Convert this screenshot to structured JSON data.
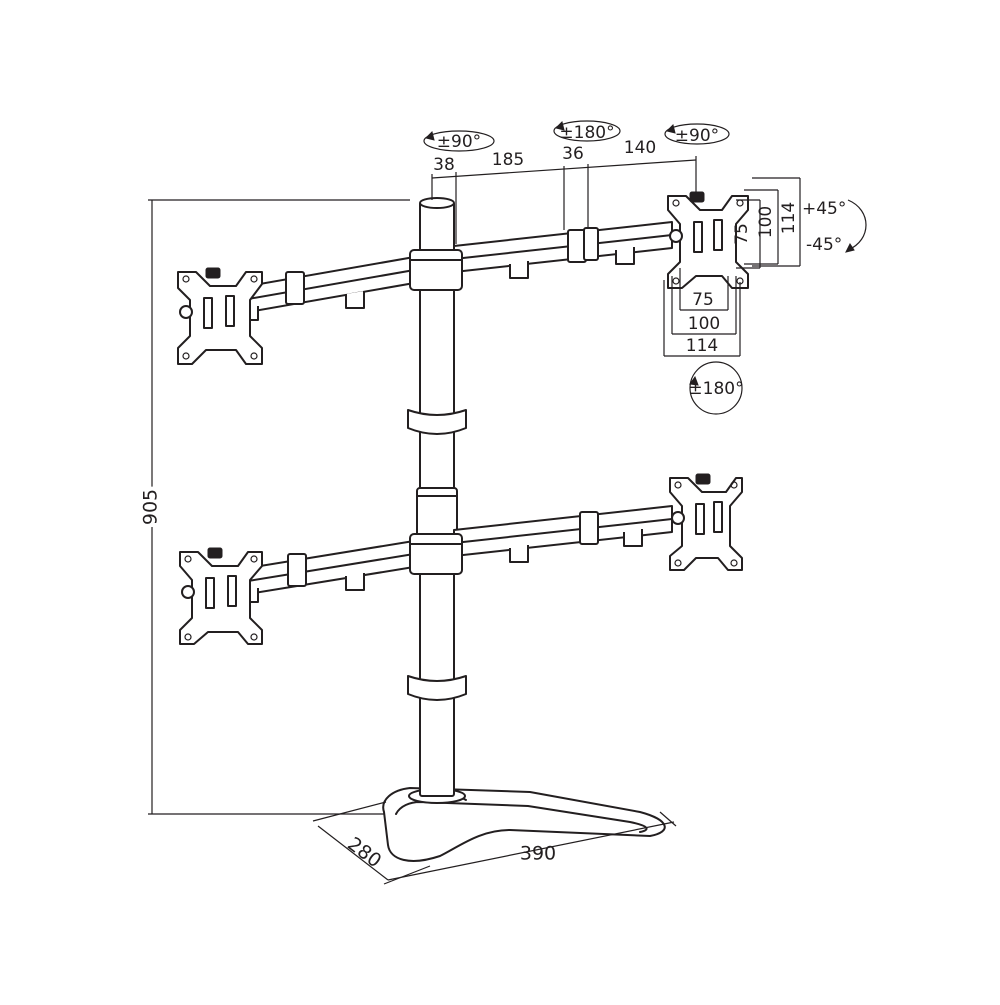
{
  "diagram": {
    "colors": {
      "stroke": "#231f20",
      "background": "#ffffff"
    },
    "rotation_labels": {
      "left_head": "±90°",
      "center_joint": "±180°",
      "right_head": "±90°",
      "right_head_turn": "±180°"
    },
    "tilt_labels": {
      "up": "+45°",
      "down": "-45°"
    },
    "arm_dimensions": {
      "d38": "38",
      "d185": "185",
      "d36": "36",
      "d140": "140"
    },
    "vesa": {
      "h75": "75",
      "h100": "100",
      "h114": "114",
      "v75": "75",
      "v100": "100",
      "v114": "114"
    },
    "height": "905",
    "base": {
      "depth": "280",
      "width": "390"
    }
  }
}
